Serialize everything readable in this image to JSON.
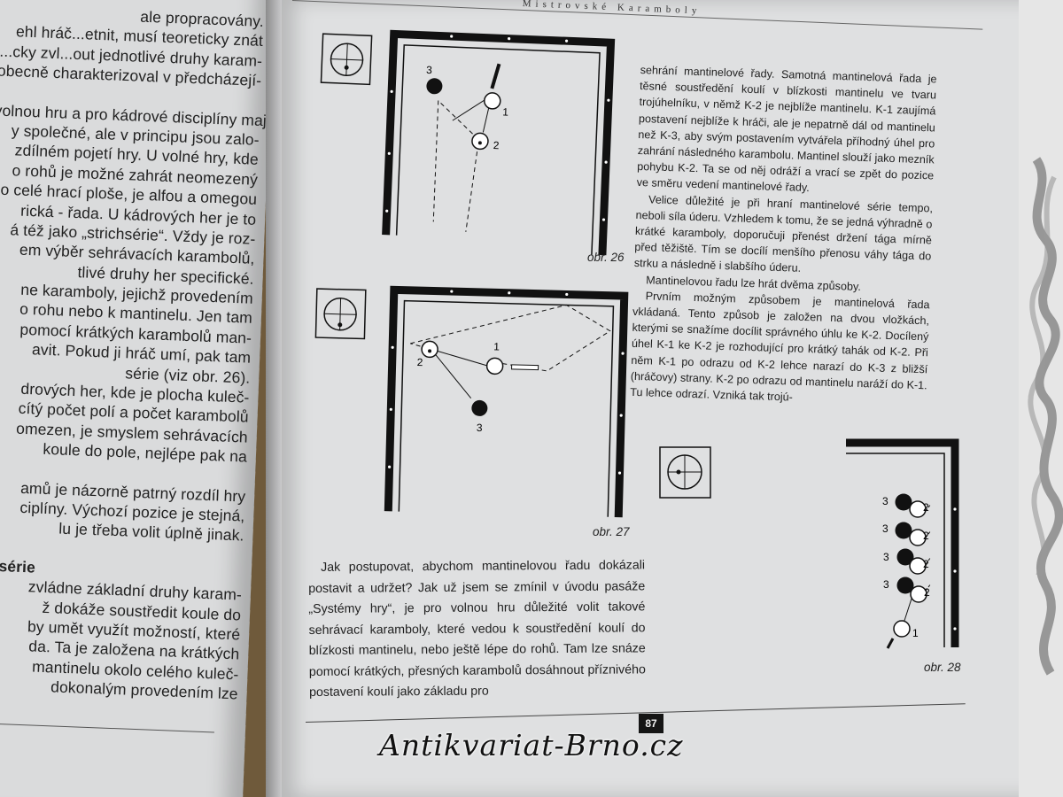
{
  "running_head": "Mistrovské Karamboly",
  "page_number": "87",
  "watermark": "Antikvariat-Brno.cz",
  "left_page": {
    "lines": [
      "ale propracovány.",
      "ehl hráč...etnit, musí teoreticky znát",
      "...cky zvl...out jednotlivé druhy karam-",
      "obecně charakterizoval v předcházejí-",
      "",
      "volnou hru a pro kádrové disciplíny mají",
      "y společné, ale v principu jsou zalo-",
      "zdílném pojetí hry. U volné hry, kde",
      "o rohů je možné zahrát neomezený",
      "o celé hrací ploše, je alfou a omegou",
      "rická - řada. U kádrových her je to",
      "á též jako „strichsérie“. Vždy je roz-",
      "em výběr sehrávacích karambolů,",
      "tlivé druhy her specifické.",
      "ne karamboly, jejichž provedením",
      "o rohu nebo k mantinelu. Jen tam",
      "pomocí krátkých karambolů man-",
      "avit. Pokud ji hráč umí, pak tam",
      "série (viz obr. 26).",
      "drových her, kde je plocha kuleč-",
      "cítý počet polí a počet karambolů",
      "omezen, je smyslem sehrávacích",
      "koule do pole, nejlépe pak na",
      "",
      "amů je názorně patrný rozdíl hry",
      "ciplíny. Výchozí pozice je stejná,",
      "lu je třeba volit úplně jinak.",
      "",
      "vá série",
      "zvládne základní druhy karam-",
      "ž dokáže soustředit koule do",
      "by umět využít možností, které",
      "da. Ta je založena na krátkých",
      "mantinelu okolo celého kuleč-",
      "dokonalým provedením lze"
    ],
    "heading_index": 28
  },
  "right_column": {
    "paragraphs": [
      "sehrání mantinelové řady. Samotná mantinelová řada je těsné soustředění koulí v blízkosti mantinelu ve tvaru trojúhelníku, v němž K-2 je nejblíže mantinelu. K-1 zaujímá postavení nejblíže k hráči, ale je nepatrně dál od mantinelu než K-3, aby svým postavením vytvářela příhodný úhel pro zahrání následného karambolu. Mantinel slouží jako mezník pohybu K-2. Ta se od něj odráží a vrací se zpět do pozice ve směru vedení mantinelové řady.",
      "Velice důležité je při hraní mantinelové série tempo, neboli síla úderu. Vzhledem k tomu, že se jedná výhradně o krátké karamboly, doporučuji přenést držení tága mírně před těžiště. Tím se docílí menšího přenosu váhy tága do strku a následně i slabšího úderu.",
      "Mantinelovou řadu lze hrát dvěma způsoby.",
      "Prvním možným způsobem je mantinelová řada vkládaná. Tento způsob je založen na dvou vložkách, kterými se snažíme docílit správného úhlu ke K-2. Docílený úhel K-1 ke K-2 je rozhodující pro krátký tahák od K-2. Při něm K-1 po odrazu od K-2 lehce narazí do K-3 z bližší (hráčovy) strany. K-2 po odrazu od mantinelu naráží do K-1. Tu lehce odrazí. Vzniká tak trojú-"
    ]
  },
  "bottom_text": "Jak postupovat, abychom mantinelovou řadu dokázali postavit a udržet? Jak už jsem se zmínil v úvodu pasáže „Systémy hry“, je pro volnou hru důležité volit takové sehrávací karamboly, které vedou k soustředění koulí do blízkosti mantinelu, nebo ještě lépe do rohů. Tam lze snáze pomocí krátkých, přesných karambolů dosáhnout příznivého postavení koulí jako základu pro",
  "figures": {
    "fig26": {
      "caption": "obr. 26",
      "ball_labels": [
        "3",
        "1",
        "2"
      ]
    },
    "fig27": {
      "caption": "obr. 27",
      "ball_labels": [
        "1",
        "2",
        "3"
      ]
    },
    "fig28": {
      "caption": "obr. 28",
      "ball_labels": [
        "3",
        "2",
        "3",
        "2",
        "3",
        "2",
        "3",
        "2",
        "1"
      ]
    }
  },
  "colors": {
    "paper": "#dfe0e1",
    "ink": "#1b1b1b",
    "table_rail": "#111111"
  }
}
